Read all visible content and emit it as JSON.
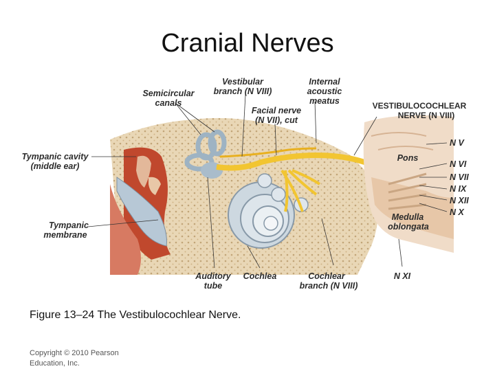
{
  "slide": {
    "title": "Cranial Nerves",
    "caption": "Figure 13–24 The Vestibulocochlear Nerve.",
    "copyright_line1": "Copyright © 2010 Pearson",
    "copyright_line2": "Education, Inc."
  },
  "figure": {
    "labels": {
      "semicircular_1": "Semicircular",
      "semicircular_2": "canals",
      "vestibular_1": "Vestibular",
      "vestibular_2": "branch (N VIII)",
      "internal_1": "Internal",
      "internal_2": "acoustic",
      "internal_3": "meatus",
      "vestib_nerve_1": "VESTIBULOCOCHLEAR",
      "vestib_nerve_2": "NERVE (N VIII)",
      "facial_1": "Facial nerve",
      "facial_2": "(N VII), cut",
      "tympanic_cavity_1": "Tympanic cavity",
      "tympanic_cavity_2": "(middle ear)",
      "tympanic_membrane_1": "Tympanic",
      "tympanic_membrane_2": "membrane",
      "pons": "Pons",
      "nv": "N V",
      "nvi": "N VI",
      "nvii": "N VII",
      "nix": "N IX",
      "nxii": "N XII",
      "nx": "N X",
      "medulla_1": "Medulla",
      "medulla_2": "oblongata",
      "auditory_1": "Auditory",
      "auditory_2": "tube",
      "cochlea": "Cochlea",
      "cochlear_branch_1": "Cochlear",
      "cochlear_branch_2": "branch (N VIII)",
      "nxi": "N XI"
    },
    "colors": {
      "bone": "#e9d7b6",
      "nerve": "#f2c531",
      "middle_ear": "#c0482d",
      "membrane": "#b7c8d6",
      "brainstem": "#f0dcc8",
      "canal": "#9eb3c3"
    }
  }
}
